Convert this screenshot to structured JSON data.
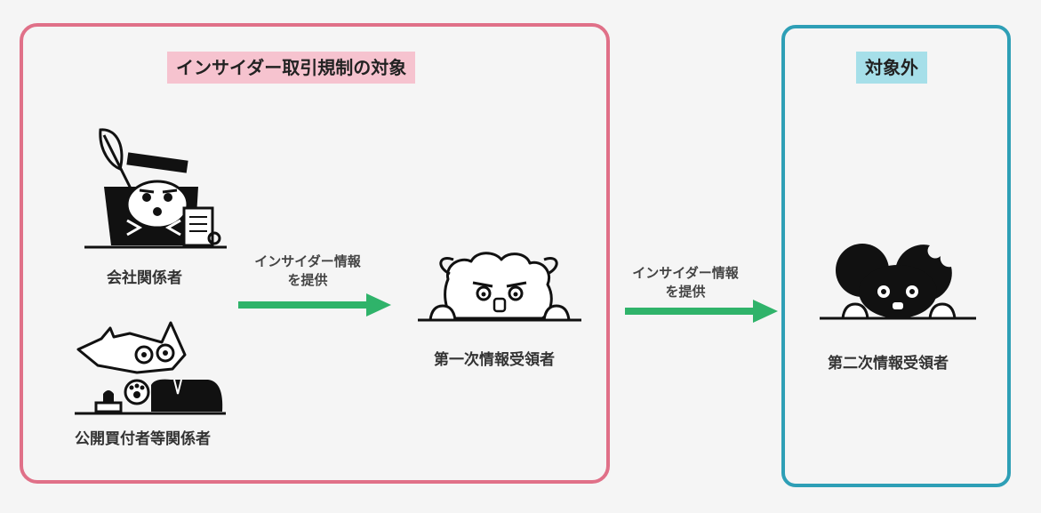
{
  "groups": {
    "target": {
      "title": "インサイダー取引規制の対象",
      "color": "#e07088",
      "title_bg": "#f6c3cf"
    },
    "excluded": {
      "title": "対象外",
      "color": "#2e9fb6",
      "title_bg": "#a6dfe9"
    }
  },
  "nodes": {
    "company": {
      "label": "会社関係者",
      "icon": "company-insider-icon"
    },
    "tender": {
      "label": "公開買付者等関係者",
      "icon": "tender-offer-insider-icon"
    },
    "first": {
      "label": "第一次情報受領者",
      "icon": "first-recipient-icon"
    },
    "second": {
      "label": "第二次情報受領者",
      "icon": "second-recipient-icon"
    }
  },
  "arrows": [
    {
      "line1": "インサイダー情報",
      "line2": "を提供",
      "color": "#2fb36a"
    },
    {
      "line1": "インサイダー情報",
      "line2": "を提供",
      "color": "#2fb36a"
    }
  ]
}
